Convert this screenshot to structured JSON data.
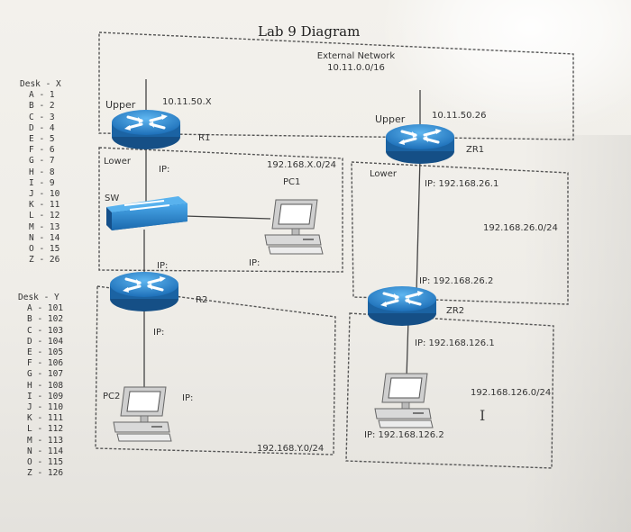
{
  "diagram": {
    "title": "Lab 9 Diagram",
    "external_network": {
      "name": "External Network",
      "subnet": "10.11.0.0/16"
    },
    "left": {
      "r1": {
        "label": "R1",
        "upper_label": "Upper",
        "upper_ip": "10.11.50.X",
        "lower_label": "Lower",
        "lower_ip": "IP:"
      },
      "sw": {
        "label": "SW"
      },
      "pc1": {
        "label": "PC1",
        "subnet": "192.168.X.0/24",
        "ip": "IP:"
      },
      "r2": {
        "label": "R2",
        "top_ip": "IP:",
        "bottom_ip": "IP:"
      },
      "pc2": {
        "label": "PC2",
        "ip": "IP:",
        "subnet": "192.168.Y.0/24"
      }
    },
    "right": {
      "zr1": {
        "label": "ZR1",
        "upper_label": "Upper",
        "upper_ip": "10.11.50.26",
        "lower_label": "Lower",
        "lower_ip": "IP: 192.168.26.1"
      },
      "lan1": {
        "subnet": "192.168.26.0/24"
      },
      "zr2": {
        "label": "ZR2",
        "top_ip": "IP: 192.168.26.2",
        "bottom_ip": "IP: 192.168.126.1"
      },
      "pc": {
        "ip": "IP: 192.168.126.2"
      },
      "lan2": {
        "subnet": "192.168.126.0/24"
      }
    }
  },
  "desk_x": {
    "header": "Desk - X",
    "rows": [
      "A - 1",
      "B - 2",
      "C - 3",
      "D - 4",
      "E - 5",
      "F - 6",
      "G - 7",
      "H - 8",
      "I - 9",
      "J - 10",
      "K - 11",
      "L - 12",
      "M - 13",
      "N - 14",
      "O - 15",
      "Z - 26"
    ]
  },
  "desk_y": {
    "header": "Desk - Y",
    "rows": [
      "A - 101",
      "B - 102",
      "C - 103",
      "D - 104",
      "E - 105",
      "F - 106",
      "G - 107",
      "H - 108",
      "I - 109",
      "J - 110",
      "K - 111",
      "L - 112",
      "M - 113",
      "N - 114",
      "O - 115",
      "Z - 126"
    ]
  },
  "cursor": "I",
  "colors": {
    "router": "#2b8fd6",
    "router_dark": "#1565a8",
    "switch": "#2b8fd6",
    "line": "#444444"
  }
}
